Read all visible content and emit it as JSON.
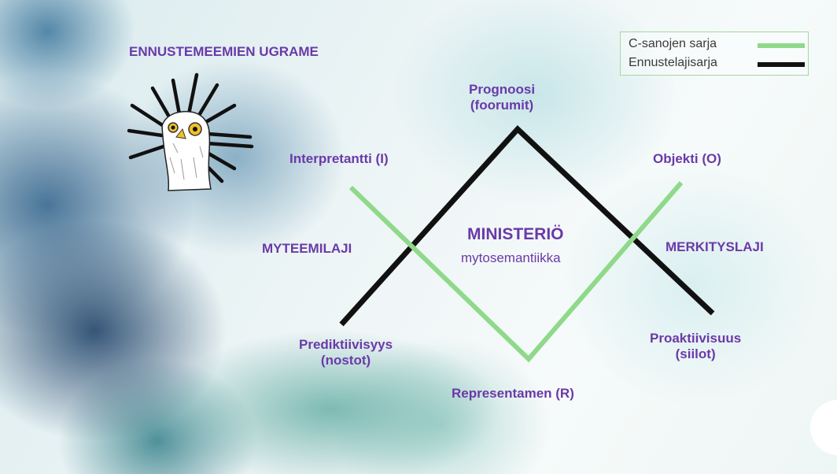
{
  "slide": {
    "title": "ENNUSTEMEEMIEN UGRAME",
    "center_title": "MINISTERIÖ",
    "center_subtitle": "mytosemantiikka",
    "left_side_label": "MYTEEMILAJI",
    "right_side_label": "MERKITYSLAJI",
    "prognoosi": "Prognoosi",
    "prognoosi_sub": "(foorumit)",
    "interpretantti": "Interpretantti  (I)",
    "objekti": "Objekti (O)",
    "prediktiivisyys": "Prediktiivisyys",
    "prediktiivisyys_sub": "(nostot)",
    "proaktiivisuus": "Proaktiivisuus",
    "proaktiivisuus_sub": "(siilot)",
    "representamen": "Representamen  (R)"
  },
  "legend": {
    "items": [
      {
        "label": "C-sanojen sarja",
        "color": "#8fd98a"
      },
      {
        "label": "Ennustelajisarja",
        "color": "#111111"
      }
    ]
  },
  "colors": {
    "label_purple": "#6a3aa8",
    "green_series": "#8fd98a",
    "black_series": "#111111"
  },
  "icons": {
    "mascot": "spiky-bird-mascot-icon"
  }
}
